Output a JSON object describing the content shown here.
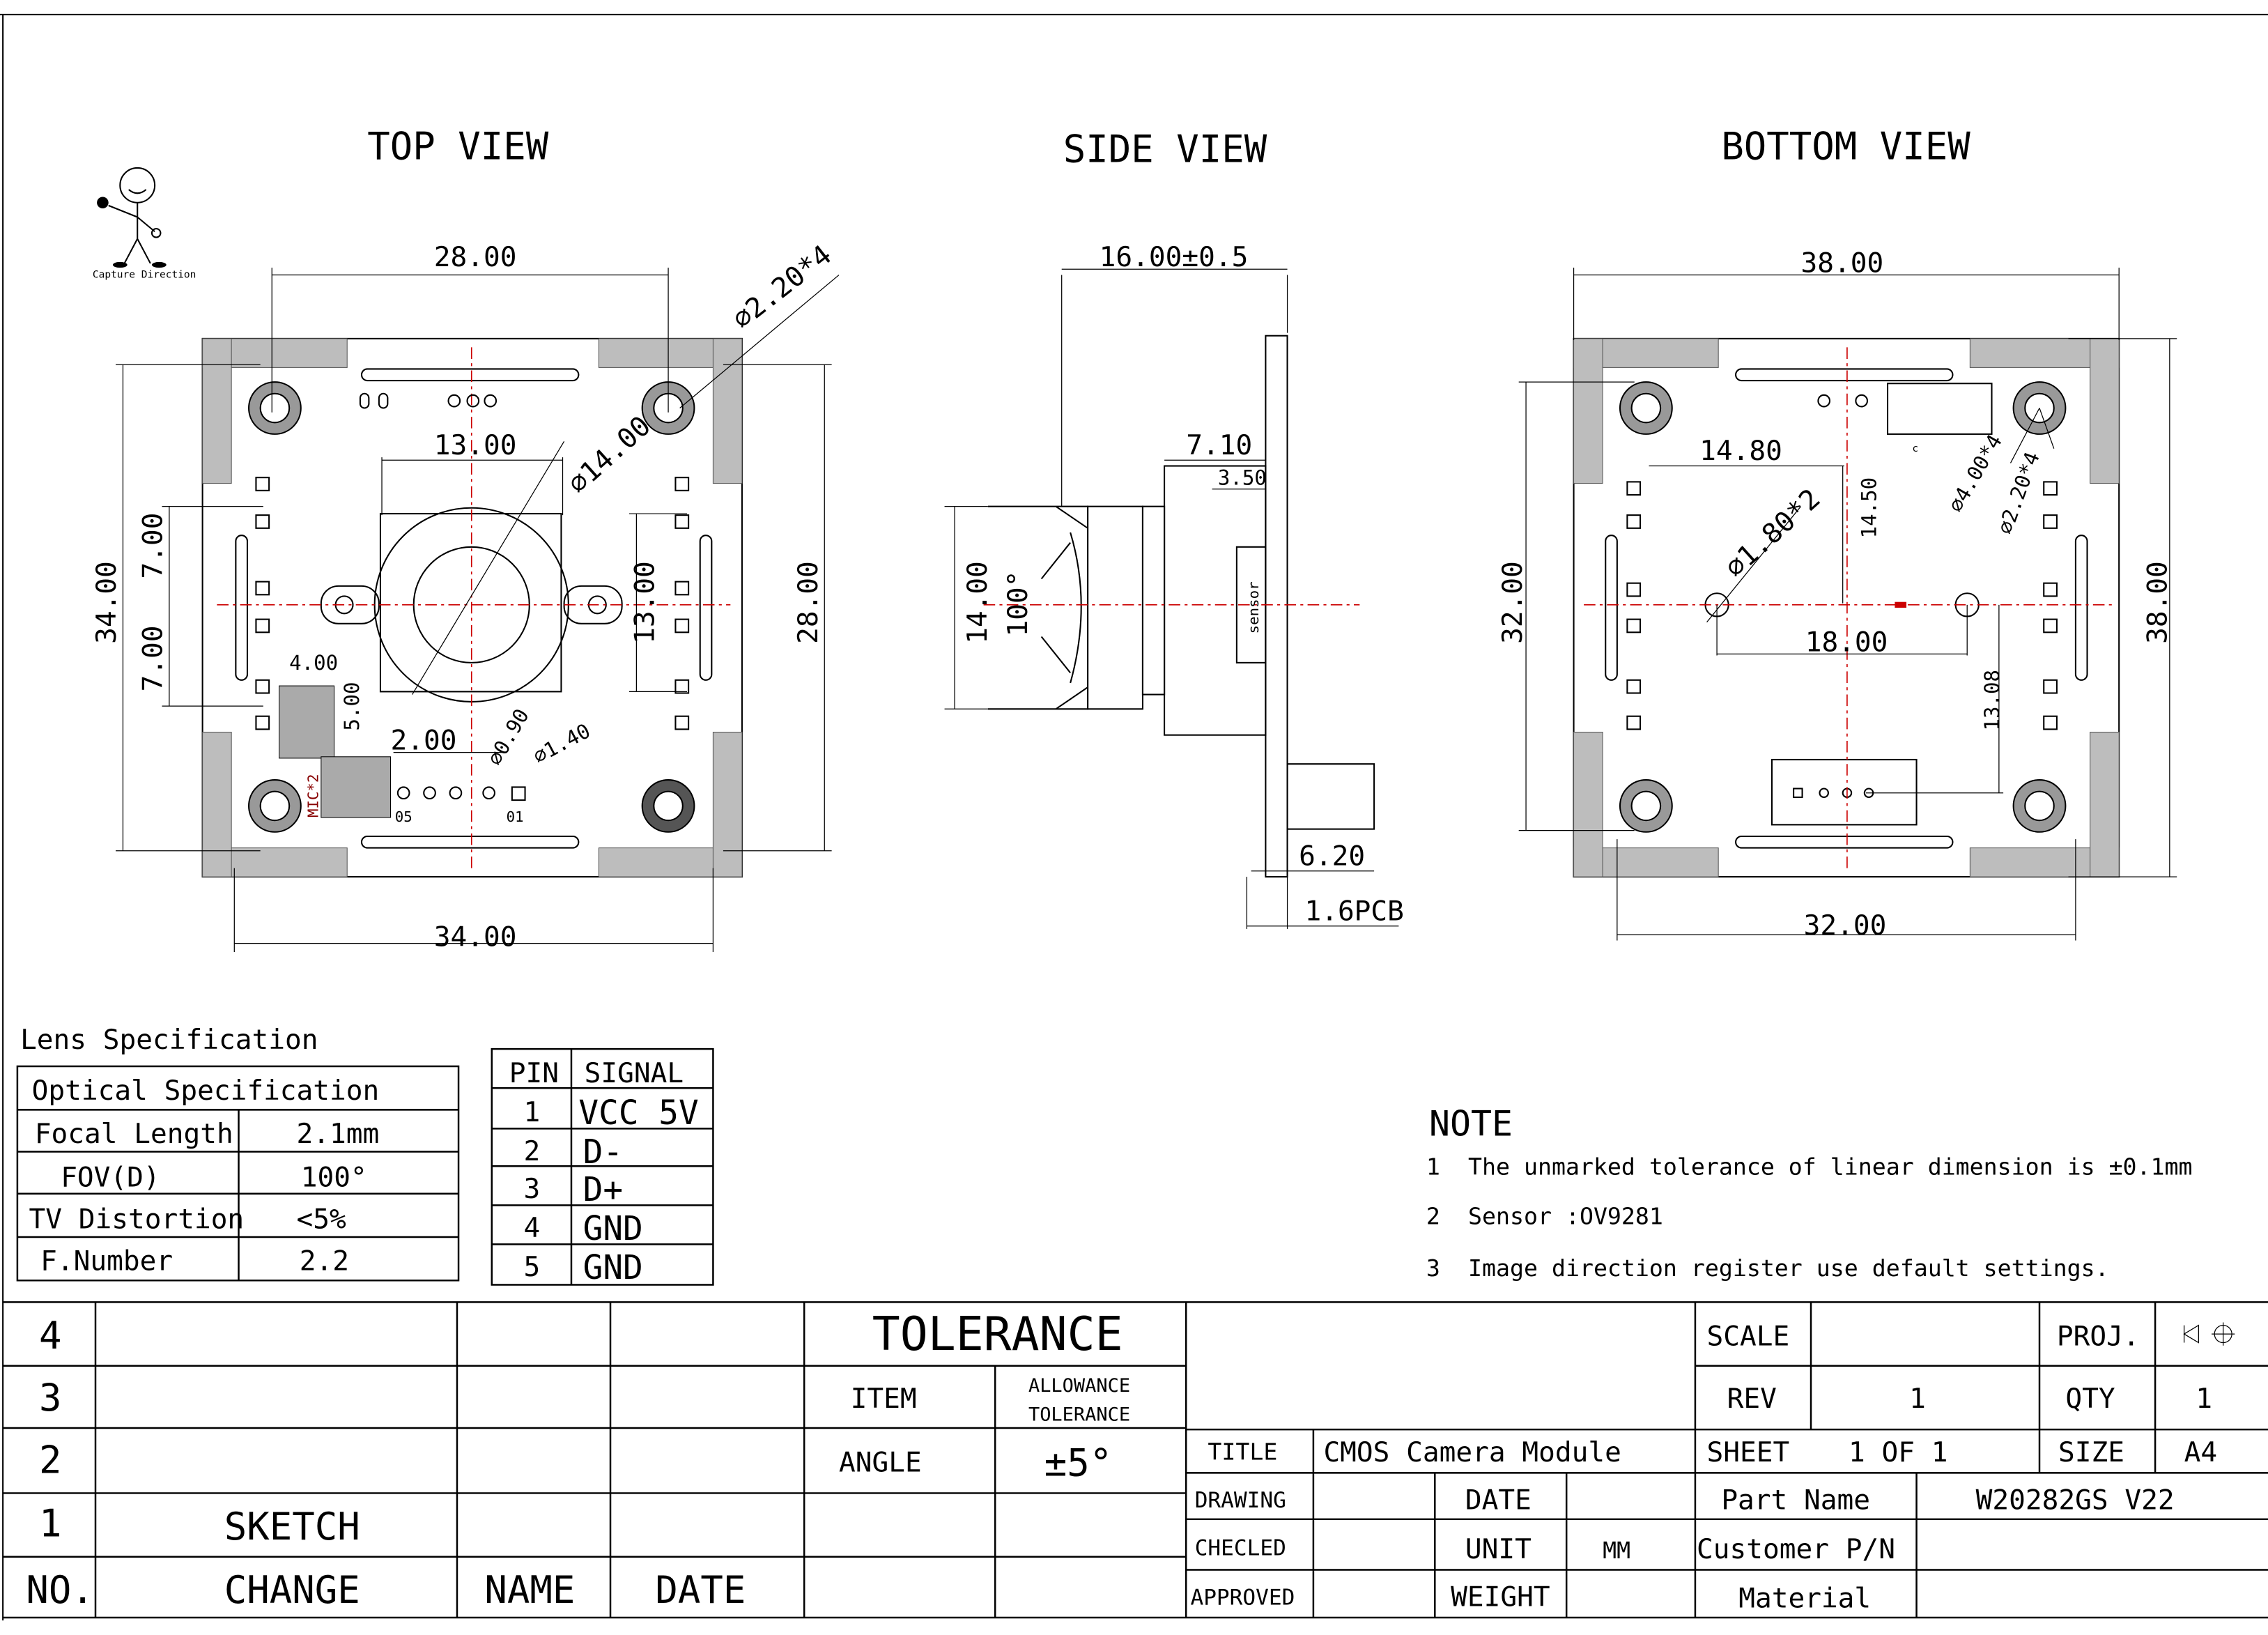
{
  "views": {
    "top": "TOP VIEW",
    "side": "SIDE VIEW",
    "bottom": "BOTTOM VIEW"
  },
  "logo_caption": "Capture Direction",
  "top": {
    "w28": "28.00",
    "hole": "⌀2.20*4",
    "d13": "13.00",
    "lens": "⌀14.00",
    "h34": "34.00",
    "u7": "7.00",
    "l7": "7.00",
    "h13": "13.00",
    "h28": "28.00",
    "w4": "4.00",
    "h5": "5.00",
    "p2": "2.00",
    "d090": "⌀0.90",
    "d140": "⌀1.40",
    "w34": "34.00",
    "mic": "MIC*2",
    "pin05": "05",
    "pin01": "01"
  },
  "side": {
    "len": "16.00±0.5",
    "d710": "7.10",
    "d350": "3.50",
    "h14": "14.00",
    "fov": "100°",
    "sensor": "sensor",
    "d620": "6.20",
    "pcb": "1.6PCB"
  },
  "bottom": {
    "w38": "38.00",
    "d1480": "14.80",
    "d1450": "14.50",
    "hole4": "⌀4.00*4",
    "hole22": "⌀2.20*4",
    "hole18": "⌀1.80*2",
    "d18": "18.00",
    "h32": "32.00",
    "h38": "38.00",
    "d1308": "13.08",
    "w32": "32.00",
    "c": "c"
  },
  "lens_spec": {
    "title": "Lens Specification",
    "header": "Optical Specification",
    "rows": [
      {
        "k": "Focal Length",
        "v": "2.1mm"
      },
      {
        "k": "FOV(D)",
        "v": "100°"
      },
      {
        "k": "TV Distortion",
        "v": "<5%"
      },
      {
        "k": "F.Number",
        "v": "2.2"
      }
    ]
  },
  "pins": {
    "h1": "PIN",
    "h2": "SIGNAL",
    "rows": [
      {
        "p": "1",
        "s": "VCC 5V"
      },
      {
        "p": "2",
        "s": "D-"
      },
      {
        "p": "3",
        "s": "D+"
      },
      {
        "p": "4",
        "s": "GND"
      },
      {
        "p": "5",
        "s": "GND"
      }
    ]
  },
  "note": {
    "title": "NOTE",
    "items": [
      {
        "n": "1",
        "t": "The unmarked tolerance of linear dimension is ±0.1mm"
      },
      {
        "n": "2",
        "t": "Sensor :OV9281"
      },
      {
        "n": "3",
        "t": "Image direction register use default settings."
      }
    ]
  },
  "revisions": {
    "rows": [
      "4",
      "3",
      "2",
      "1"
    ],
    "sketch": "SKETCH",
    "no": "NO.",
    "change": "CHANGE",
    "name": "NAME",
    "date": "DATE"
  },
  "tolerance": {
    "title": "TOLERANCE",
    "item": "ITEM",
    "allow1": "ALLOWANCE",
    "allow2": "TOLERANCE",
    "angle": "ANGLE",
    "angle_val": "±5°"
  },
  "titleblock": {
    "scale": "SCALE",
    "proj": "PROJ.",
    "rev": "REV",
    "rev_val": "1",
    "qty": "QTY",
    "qty_val": "1",
    "title": "TITLE",
    "title_val": "CMOS  Camera Module",
    "sheet": "SHEET",
    "sheet_val": "1  OF  1",
    "size": "SIZE",
    "size_val": "A4",
    "drawing": "DRAWING",
    "date": "DATE",
    "part_name": "Part Name",
    "part_val": "W20282GS V22",
    "checked": "CHECLED",
    "unit": "UNIT",
    "unit_val": "MM",
    "customer": "Customer P/N",
    "approved": "APPROVED",
    "weight": "WEIGHT",
    "material": "Material"
  }
}
